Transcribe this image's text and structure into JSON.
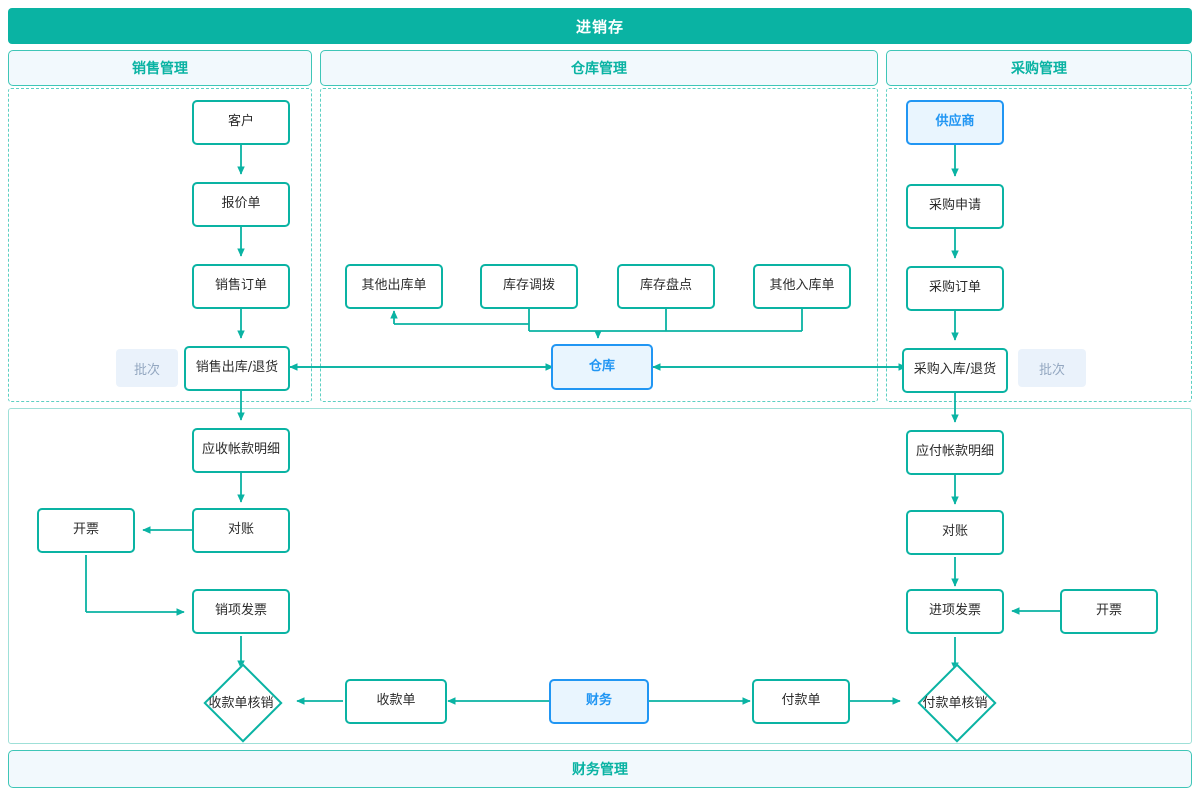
{
  "header": {
    "title": "进销存"
  },
  "sections": {
    "sales": "销售管理",
    "warehouse": "仓库管理",
    "purchase": "采购管理",
    "finance": "财务管理"
  },
  "colors": {
    "teal": "#0ab3a3",
    "teal_light": "#3fc6b7",
    "blue": "#2196f3",
    "blue_fill": "#e9f5fe",
    "panel_fill": "#f2f9fd",
    "badge_fill": "#eaf2fb",
    "badge_text": "#93a7c0"
  },
  "nodes": {
    "customer": "客户",
    "quotation": "报价单",
    "sales_order": "销售订单",
    "sales_outbound": "销售出库/退货",
    "batch_left": "批次",
    "other_outbound": "其他出库单",
    "stock_transfer": "库存调拨",
    "stock_count": "库存盘点",
    "other_inbound": "其他入库单",
    "warehouse": "仓库",
    "supplier": "供应商",
    "purchase_request": "采购申请",
    "purchase_order": "采购订单",
    "purchase_inbound": "采购入库/退货",
    "batch_right": "批次",
    "receivable_detail": "应收帐款明细",
    "reconcile_left": "对账",
    "invoice_left": "开票",
    "output_invoice": "销项发票",
    "receipt_writeoff": "收款单核销",
    "receipt_note": "收款单",
    "finance_hub": "财务",
    "payment_note": "付款单",
    "payment_writeoff": "付款单核销",
    "payable_detail": "应付帐款明细",
    "reconcile_right": "对账",
    "input_invoice": "进项发票",
    "invoice_right": "开票"
  }
}
